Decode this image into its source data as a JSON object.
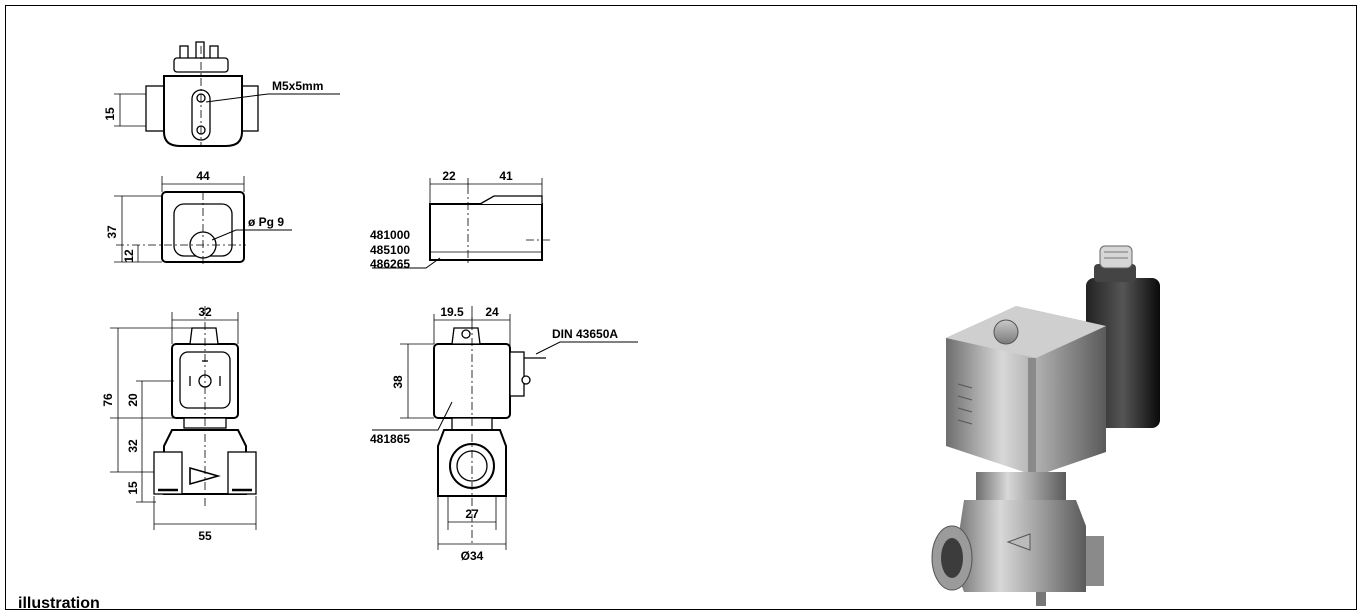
{
  "caption": "illustration",
  "callouts": {
    "screw": "M5x5mm",
    "cable_gland": "ø Pg 9",
    "connector": "DIN 43650A",
    "coil_part": "481865",
    "coil_codes": [
      "481000",
      "485100",
      "486265"
    ]
  },
  "dims": {
    "top_height": "15",
    "coil_width": "44",
    "coil_height": "37",
    "gland_offset": "12",
    "coil_depth_a": "22",
    "coil_depth_b": "41",
    "body_coil_width": "32",
    "overall_height": "76",
    "coil_h_a": "20",
    "body_h": "32",
    "port_h": "15",
    "body_width": "55",
    "side_a": "19.5",
    "side_b": "24",
    "side_coil_h": "38",
    "flat_width": "27",
    "diameter": "Ø34"
  }
}
